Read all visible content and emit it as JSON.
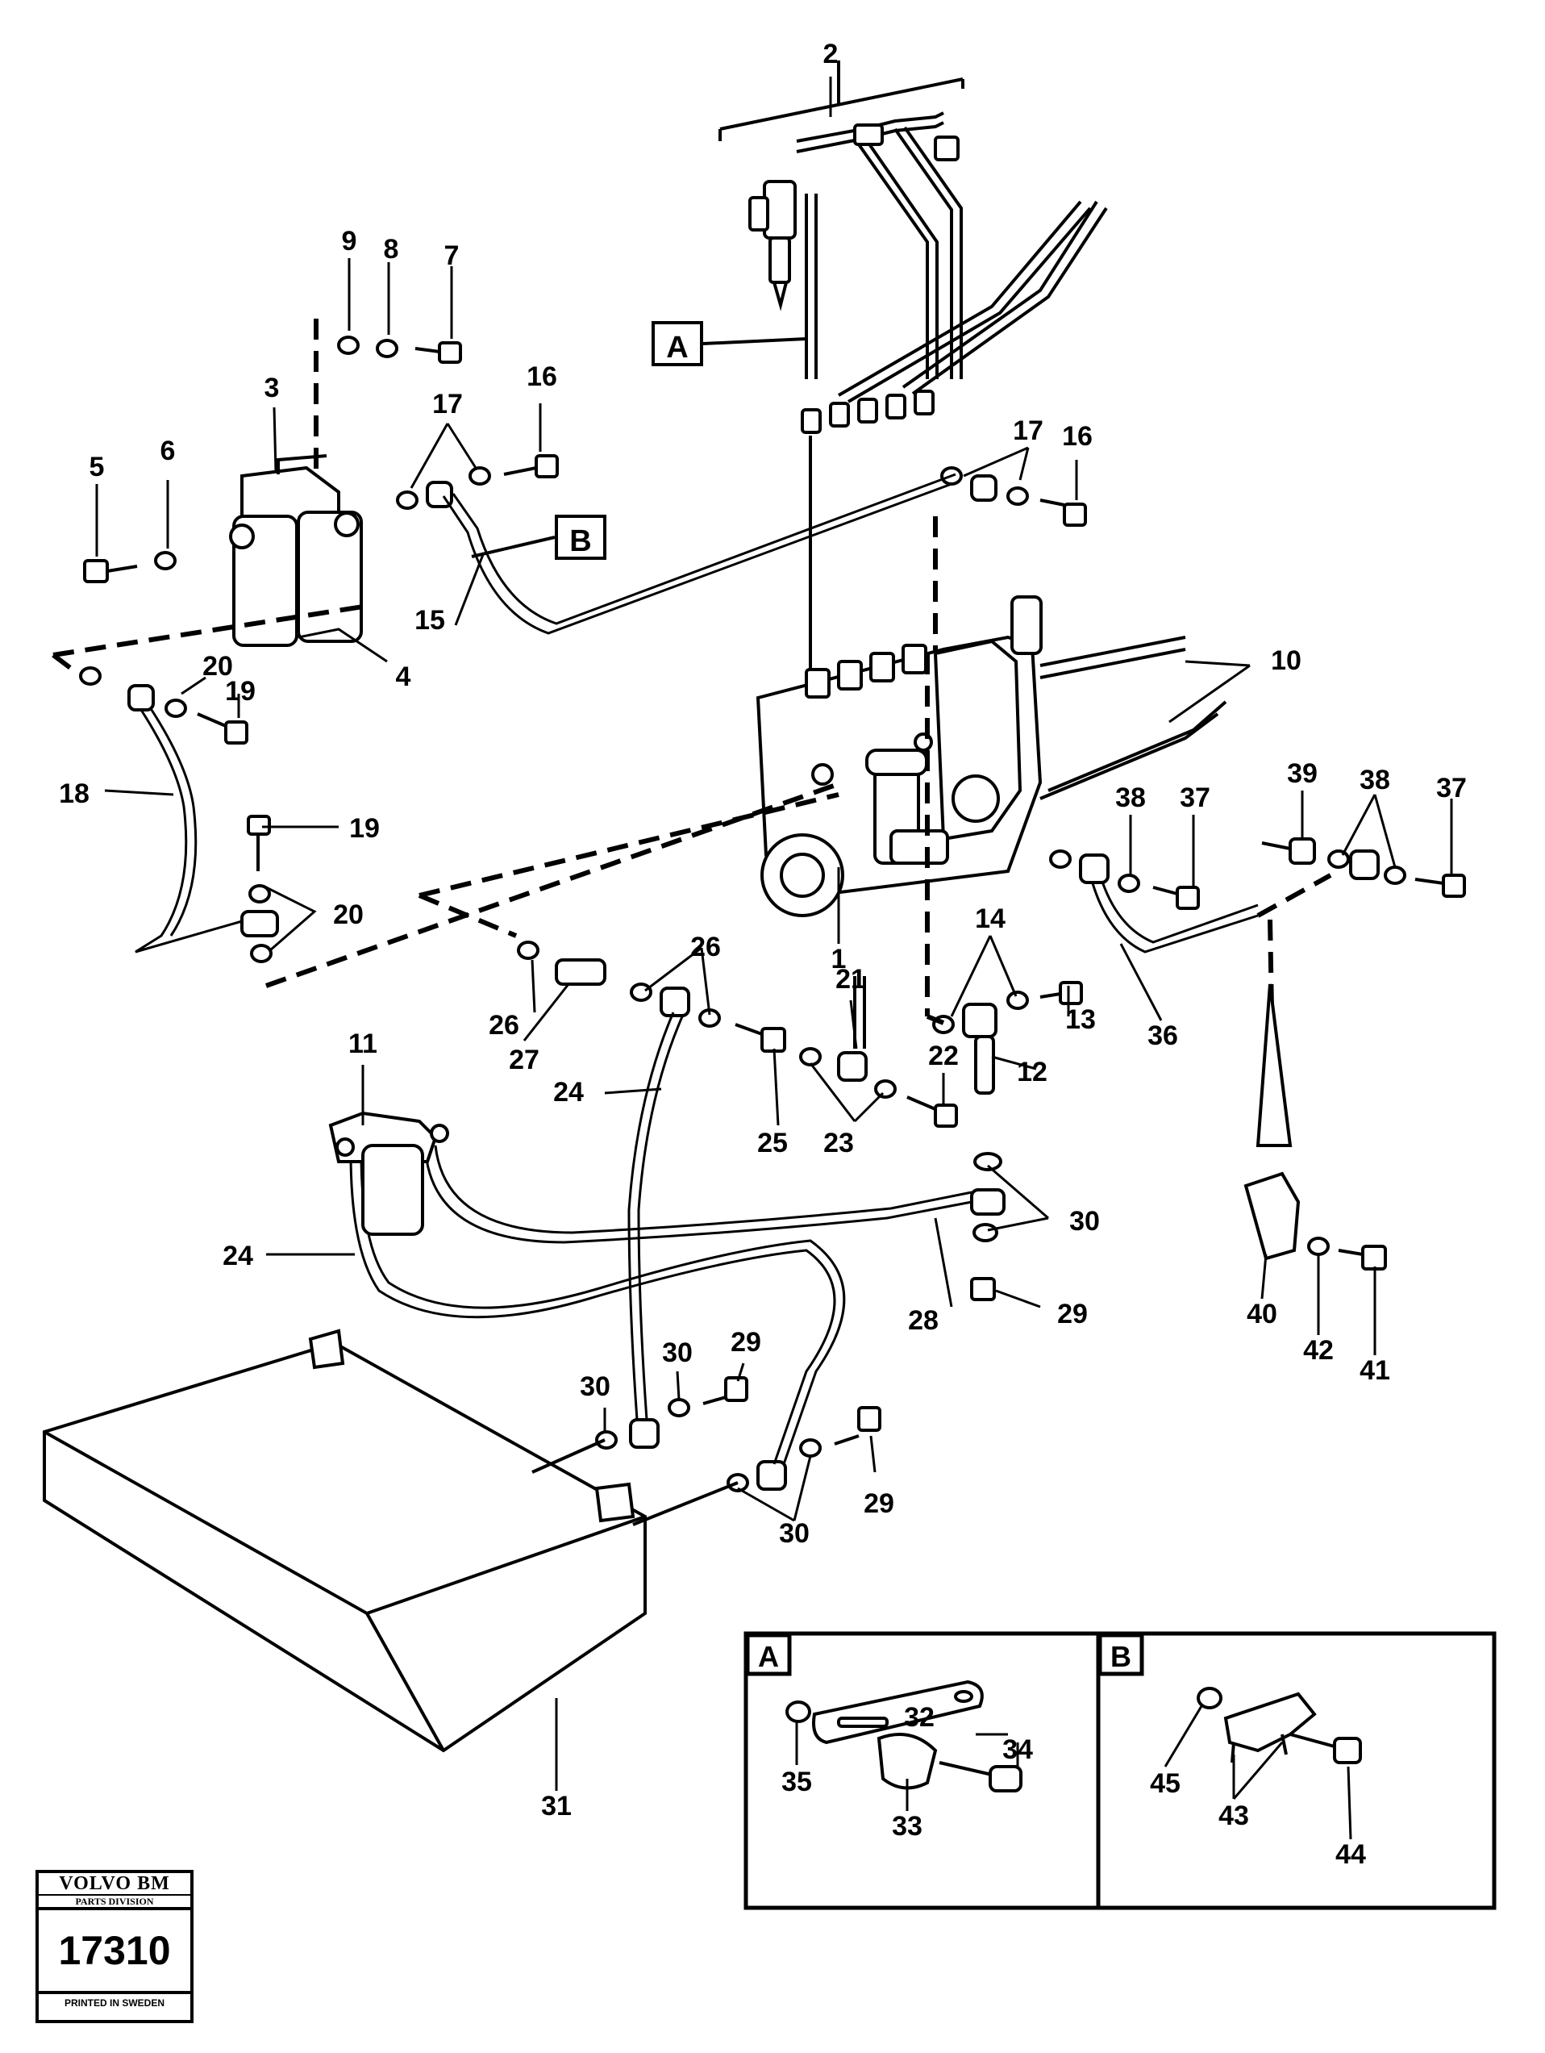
{
  "labels": {
    "n1": "1",
    "n2": "2",
    "n3": "3",
    "n4": "4",
    "n5": "5",
    "n6": "6",
    "n7": "7",
    "n8": "8",
    "n9": "9",
    "n10": "10",
    "n11": "11",
    "n12": "12",
    "n13": "13",
    "n14": "14",
    "n15": "15",
    "n16": "16",
    "n17": "17",
    "n18": "18",
    "n19": "19",
    "n20": "20",
    "n21": "21",
    "n22": "22",
    "n23": "23",
    "n24": "24",
    "n25": "25",
    "n26": "26",
    "n27": "27",
    "n28": "28",
    "n29": "29",
    "n30": "30",
    "n31": "31",
    "n32": "32",
    "n33": "33",
    "n34": "34",
    "n35": "35",
    "n36": "36",
    "n37": "37",
    "n38": "38",
    "n39": "39",
    "n40": "40",
    "n41": "41",
    "n42": "42",
    "n43": "43",
    "n44": "44",
    "n45": "45"
  },
  "callouts": {
    "a": "A",
    "b": "B"
  },
  "stamp": {
    "brand": "VOLVO BM",
    "division": "PARTS DIVISION",
    "number": "17310",
    "printed": "PRINTED IN SWEDEN"
  }
}
